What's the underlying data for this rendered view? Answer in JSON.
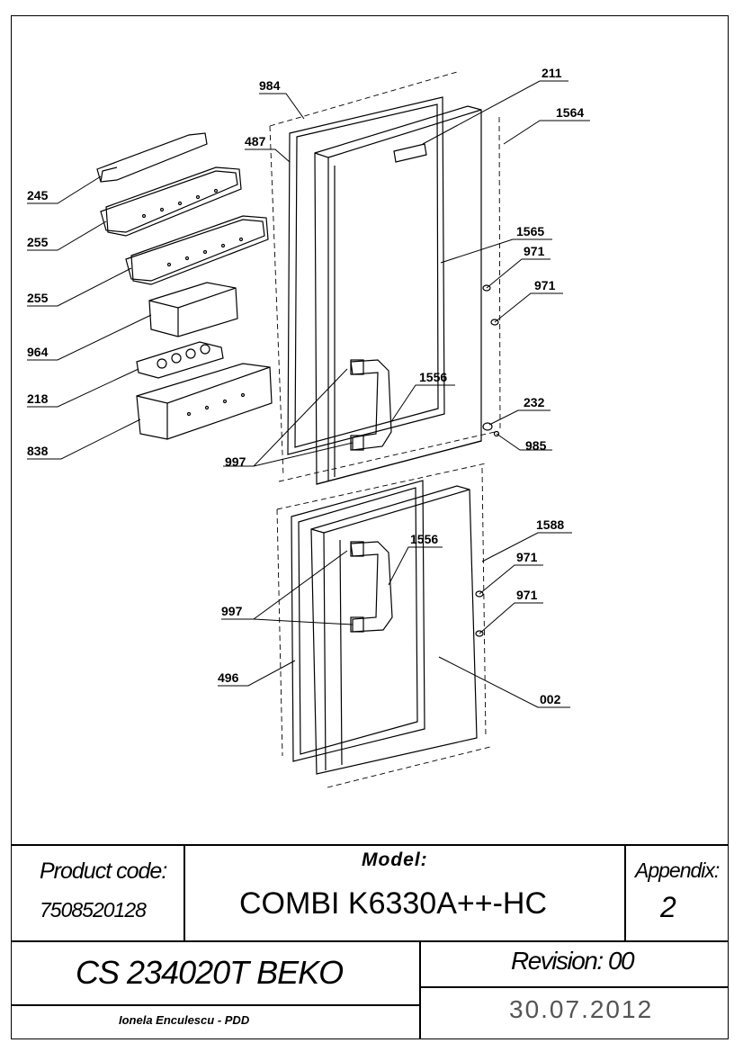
{
  "diagram": {
    "callouts": {
      "c984": "984",
      "c211": "211",
      "c1564": "1564",
      "c487": "487",
      "c245": "245",
      "c255a": "255",
      "c255b": "255",
      "c964": "964",
      "c218": "218",
      "c838": "838",
      "c1565": "1565",
      "c971a": "971",
      "c971b": "971",
      "c1556a": "1556",
      "c232": "232",
      "c985": "985",
      "c997a": "997",
      "c1588": "1588",
      "c1556b": "1556",
      "c971c": "971",
      "c971d": "971",
      "c997b": "997",
      "c496": "496",
      "c002": "002"
    }
  },
  "title_block": {
    "product_code_label": "Product code:",
    "product_code": "7508520128",
    "model_label": "Model:",
    "model": "COMBI K6330A++-HC",
    "appendix_label": "Appendix:",
    "appendix": "2",
    "cs_code": "CS 234020T BEKO",
    "revision": "Revision: 00",
    "author": "Ionela Enculescu - PDD",
    "date": "30.07.2012"
  }
}
